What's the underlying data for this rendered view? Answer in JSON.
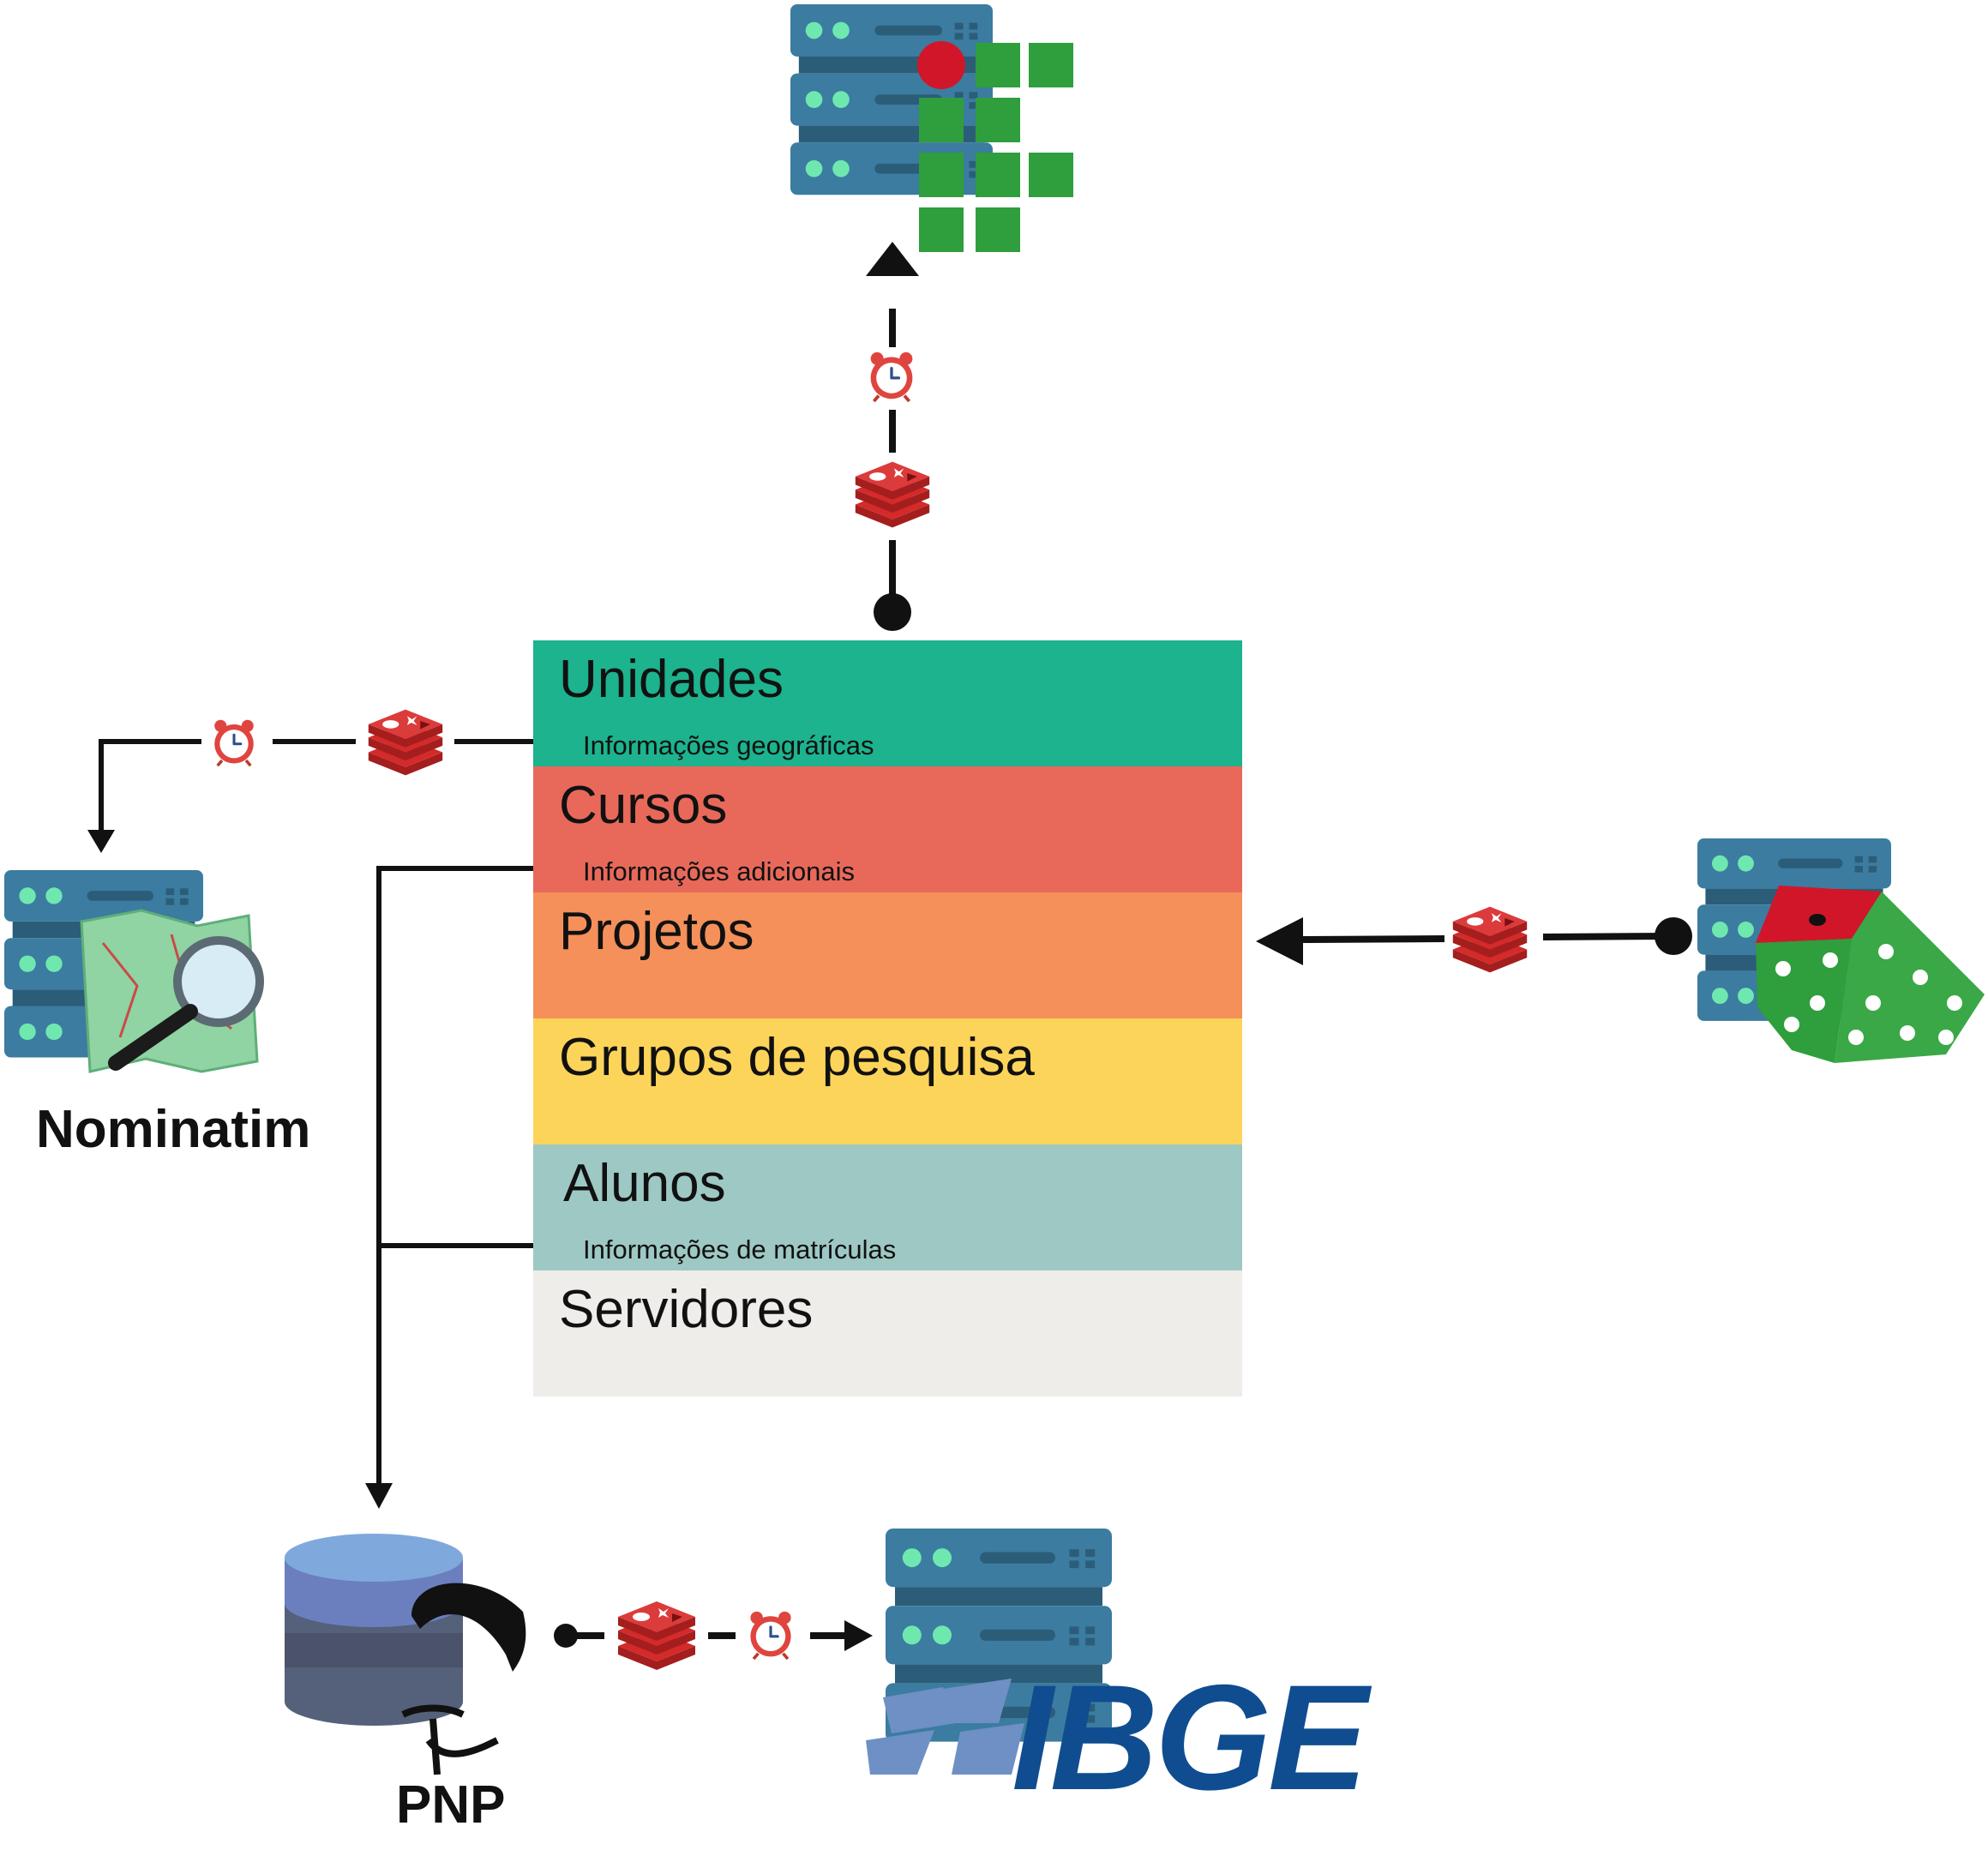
{
  "sections": [
    {
      "title": "Unidades",
      "subtitle": "Informações geográficas",
      "color": "#1cb38e"
    },
    {
      "title": "Cursos",
      "subtitle": "Informações adicionais",
      "color": "#e8695a"
    },
    {
      "title": "Projetos",
      "subtitle": "",
      "color": "#f5905a"
    },
    {
      "title": "Grupos de pesquisa",
      "subtitle": "",
      "color": "#fdd45a"
    },
    {
      "title": "Alunos",
      "subtitle": "Informações de matrículas",
      "color": "#9ec8c4"
    },
    {
      "title": "Servidores",
      "subtitle": "",
      "color": "#efede9"
    }
  ],
  "labels": {
    "nominatim": "Nominatim",
    "pnp": "PNP",
    "ibge": "IBGE"
  },
  "icons": {
    "server": "server-rack-icon",
    "cache": "redis-icon",
    "schedule": "alarm-clock-icon",
    "random": "dice-icon",
    "map": "map-search-icon",
    "database": "database-icon",
    "institution": "if-logo-icon"
  },
  "colors": {
    "server": "#3b7ca0",
    "server_led": "#6fe8b0",
    "redis": "#d42a2a",
    "if_green": "#2f9e3c",
    "if_red": "#d1162a",
    "dice": "#2f9e3c",
    "ibge_blue": "#0f4d90",
    "db_top": "#7fa9dc",
    "db_mid": "#6b7fbf"
  }
}
